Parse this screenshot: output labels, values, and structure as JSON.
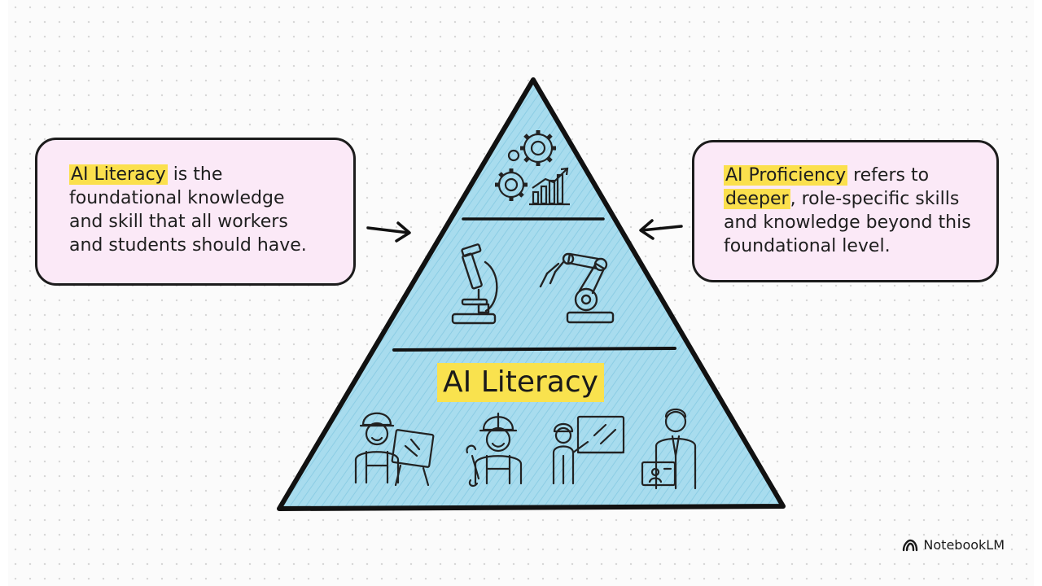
{
  "left_callout": {
    "highlight": "AI Literacy",
    "line1_rest": " is the",
    "line2": "foundational knowledge",
    "line3": "and skill that all workers",
    "line4": "and students should have."
  },
  "right_callout": {
    "highlight1": "AI Proficiency",
    "line1_rest": " refers to",
    "highlight2": "deeper",
    "line2_rest": ", role-specific skills",
    "line3": "and knowledge beyond this",
    "line4": "foundational level."
  },
  "pyramid": {
    "base_label": "AI Literacy",
    "fill_color": "#a8dcee",
    "top_tier_icons": [
      "gears-icon",
      "bar-chart-icon"
    ],
    "middle_tier_icons": [
      "microscope-icon",
      "robotic-arm-icon"
    ],
    "base_tier_icons": [
      "worker-with-easel-icon",
      "worker-with-wrench-icon",
      "teacher-at-board-icon",
      "office-worker-icon"
    ]
  },
  "brand": {
    "name": "NotebookLM"
  },
  "colors": {
    "highlight": "#fbe04d",
    "callout_bg": "#fbe9f7",
    "outline": "#1c1c1c"
  }
}
